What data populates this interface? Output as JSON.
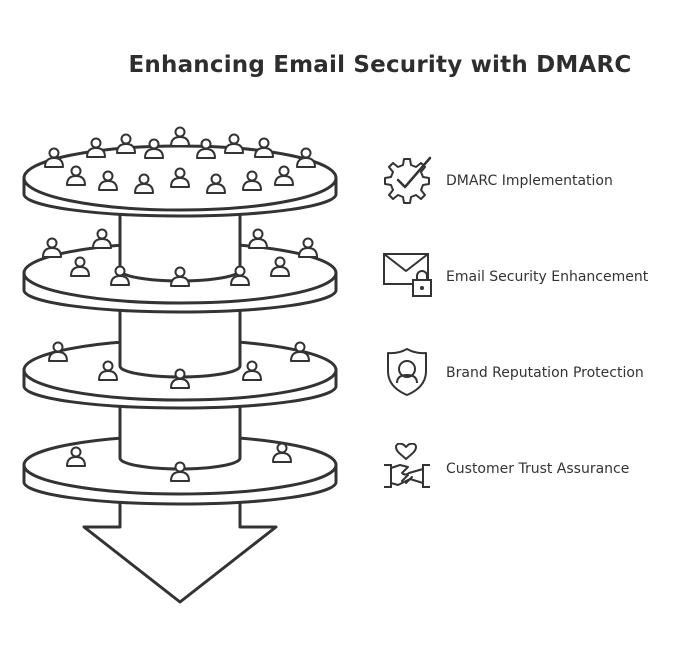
{
  "title": "Enhancing Email Security with DMARC",
  "colors": {
    "stroke": "#333333",
    "fill": "#ffffff"
  },
  "layers": [
    {
      "label": "DMARC Implementation",
      "icon": "gear-check-icon"
    },
    {
      "label": "Email Security Enhancement",
      "icon": "envelope-lock-icon"
    },
    {
      "label": "Brand Reputation Protection",
      "icon": "shield-person-icon"
    },
    {
      "label": "Customer Trust Assurance",
      "icon": "handshake-heart-icon"
    }
  ]
}
